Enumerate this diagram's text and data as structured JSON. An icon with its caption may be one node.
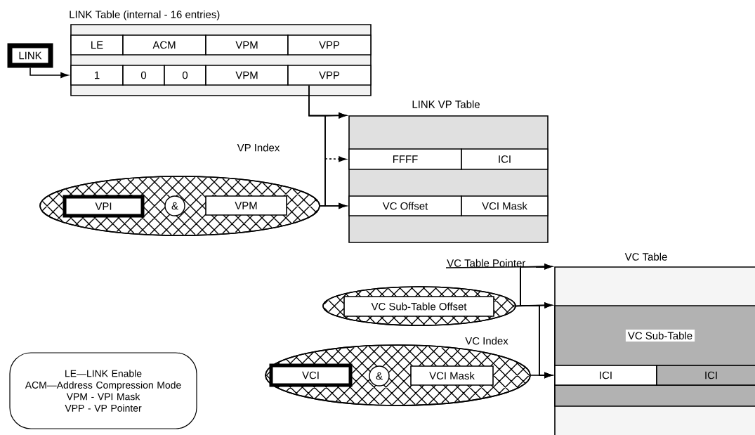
{
  "diagram": {
    "nodes": [
      {
        "text": [
          "LINK"
        ]
      },
      {
        "text": [
          "LINK Table (internal - 16 entries)"
        ]
      },
      {
        "text": [
          "LE"
        ],
        "in": 1
      },
      {
        "text": [
          "ACM"
        ],
        "in": 1
      },
      {
        "text": [
          "VPM"
        ],
        "in": 1
      },
      {
        "text": [
          "VPP"
        ],
        "in": 1
      },
      {
        "text": [
          "1"
        ],
        "in": 1
      },
      {
        "text": [
          "0"
        ],
        "in": 1
      },
      {
        "text": [
          "0"
        ],
        "in": 1
      },
      {
        "text": [
          "VPM"
        ],
        "in": 1
      },
      {
        "text": [
          "VPP"
        ],
        "in": 1
      },
      {
        "text": [
          "LINK VP Table"
        ]
      },
      {
        "text": [
          "FFFF"
        ],
        "in": 11
      },
      {
        "text": [
          "ICI"
        ],
        "in": 11
      },
      {
        "text": [
          "VC Offset"
        ],
        "in": 11
      },
      {
        "text": [
          "VCI Mask"
        ],
        "in": 11
      },
      {
        "text": [],
        "shape": "ellipse"
      },
      {
        "text": [
          "VPI"
        ],
        "in": 16
      },
      {
        "text": [
          "&"
        ],
        "in": 16
      },
      {
        "text": [
          "VPM"
        ],
        "in": 16
      },
      {
        "text": [
          "VC Table"
        ]
      },
      {
        "text": [
          "VC Sub-Table"
        ],
        "in": 20
      },
      {
        "text": [
          "ICI"
        ],
        "in": 20
      },
      {
        "text": [
          "ICI"
        ],
        "in": 20
      },
      {
        "text": [],
        "shape": "ellipse"
      },
      {
        "text": [
          "VC Sub-Table Offset"
        ],
        "in": 24
      },
      {
        "text": [],
        "shape": "ellipse"
      },
      {
        "text": [
          "VCI"
        ],
        "in": 26
      },
      {
        "text": [
          "&"
        ],
        "in": 26
      },
      {
        "text": [
          "VCI Mask"
        ],
        "in": 26
      },
      {
        "text": [
          "LE—LINK Enable",
          "ACM—Address Compression Mode",
          "VPM - VPI Mask",
          "VPP - VP Pointer"
        ]
      },
      {
        "text": [
          "VC Table Pointer"
        ]
      }
    ],
    "edges": [
      {
        "from": 0,
        "to": 6,
        "arrow": "to"
      },
      {
        "from": 10,
        "to": 11,
        "arrow": "to"
      },
      {
        "from": 10,
        "to": 14,
        "arrow": "to"
      },
      {
        "from": 16,
        "to": 14,
        "arrow": "to"
      },
      {
        "from": null,
        "to": 12,
        "arrow": "to",
        "style": "dashed"
      },
      {
        "from": 31,
        "to": 20,
        "arrow": "to"
      },
      {
        "from": 31,
        "to": 21,
        "arrow": "to"
      },
      {
        "from": 24,
        "to": 21,
        "arrow": "to"
      },
      {
        "from": 31,
        "to": 22,
        "arrow": "to"
      },
      {
        "from": 24,
        "to": 22,
        "arrow": "to"
      },
      {
        "from": 26,
        "to": 22,
        "arrow": "to"
      },
      {
        "from": 16,
        "to": 11,
        "arrow": "to"
      },
      {
        "from": 24,
        "to": 20,
        "arrow": "to"
      }
    ],
    "labels": [
      "VP Index",
      "VC Index"
    ]
  }
}
